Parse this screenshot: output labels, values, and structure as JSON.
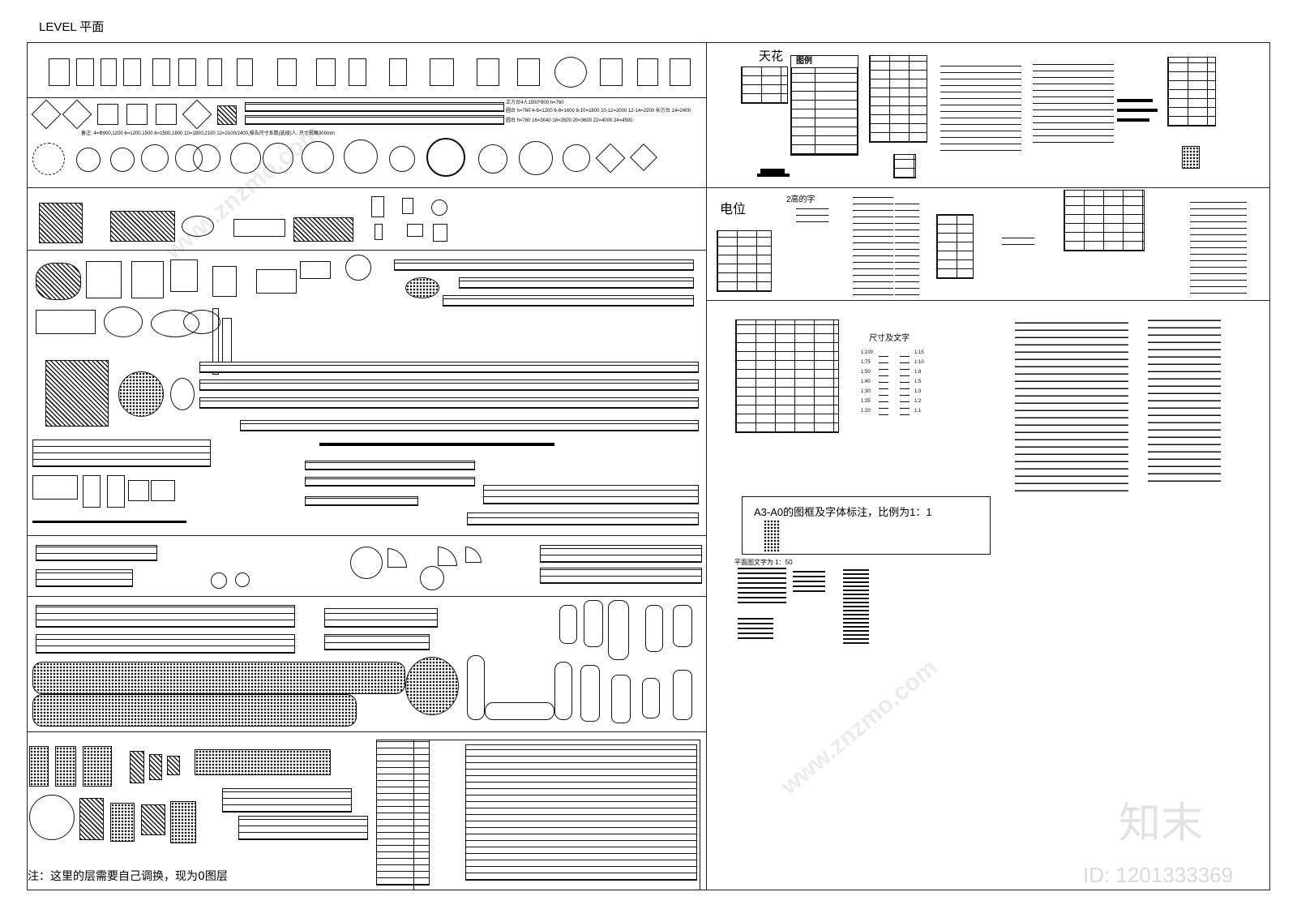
{
  "header": {
    "title": "LEVEL 平面"
  },
  "ceiling": {
    "title": "天花",
    "legend_title": "图例"
  },
  "electrical": {
    "title": "电位",
    "note": "2高的字"
  },
  "dimension": {
    "title": "尺寸及文字",
    "scales": [
      "1:100",
      "1:75",
      "1:50",
      "1:40",
      "1:30",
      "1:25",
      "1:20"
    ],
    "scales_right": [
      "1:15",
      "1:10",
      "1:8",
      "1:5",
      "1:3",
      "1:2",
      "1:1"
    ]
  },
  "frame_note": {
    "text": "A3-A0的图框及字体标注，比例为1：1"
  },
  "plan_text": {
    "text": "平面图文字为 1：50"
  },
  "dining": {
    "specs_line1": "正方台4人1500*900 h=760",
    "specs_line2": "圆台 h=760  4-6=1200 6-8=1600 8-10=1800 10-12=2000 12-14=2200  长方台 14=2400",
    "specs_line3": "圆台 h=760   16=3040  18=3500  20=3600  22=4000  24=4500",
    "note": "备注: 4=Ф900,1200  6=1200,1500  8=1500,1800  10=1800,2100  12=2100/2400,报告尺寸系数(选择)人. 尺寸规格300mm"
  },
  "footer": {
    "note": "注：这里的层需要自己调换，现为0图层"
  },
  "watermark": {
    "brand": "知末",
    "id": "ID: 1201333369",
    "site": "www.znzmo.com"
  }
}
